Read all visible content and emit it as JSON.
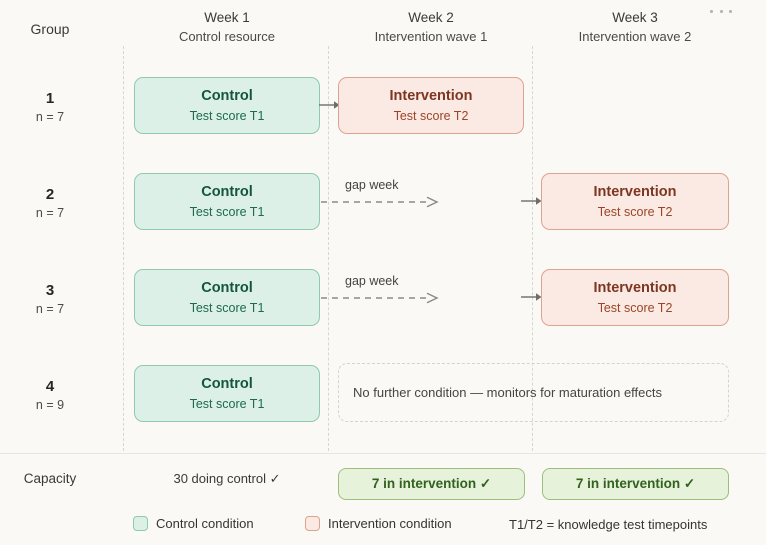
{
  "overflow_menu": "more-options",
  "header": {
    "group_label": "Group",
    "columns": [
      {
        "week": "Week 1",
        "subtitle": "Control resource"
      },
      {
        "week": "Week 2",
        "subtitle": "Intervention wave 1"
      },
      {
        "week": "Week 3",
        "subtitle": "Intervention wave 2"
      }
    ]
  },
  "rows": [
    {
      "group_number": "1",
      "group_n": "n = 7",
      "week1": {
        "title": "Control",
        "subtitle": "Test score T1"
      },
      "week2": {
        "title": "Intervention",
        "subtitle": "Test score T2"
      },
      "week3": null,
      "gap_label": null
    },
    {
      "group_number": "2",
      "group_n": "n = 7",
      "week1": {
        "title": "Control",
        "subtitle": "Test score T1"
      },
      "week2": null,
      "week3": {
        "title": "Intervention",
        "subtitle": "Test score T2"
      },
      "gap_label": "gap week"
    },
    {
      "group_number": "3",
      "group_n": "n = 7",
      "week1": {
        "title": "Control",
        "subtitle": "Test score T1"
      },
      "week2": null,
      "week3": {
        "title": "Intervention",
        "subtitle": "Test score T2"
      },
      "gap_label": "gap week"
    },
    {
      "group_number": "4",
      "group_n": "n = 9",
      "week1": {
        "title": "Control",
        "subtitle": "Test score T1"
      },
      "no_further": "No further condition — monitors for maturation effects",
      "gap_label": null
    }
  ],
  "capacity": {
    "label": "Capacity",
    "week1": "30 doing control ✓",
    "week2": "7 in intervention ✓",
    "week3": "7 in intervention ✓"
  },
  "legend": {
    "control": "Control condition",
    "intervention": "Intervention condition",
    "note": "T1/T2 = knowledge test timepoints"
  },
  "colors": {
    "background": "#faf9f6",
    "control_fill": "#ddf0e7",
    "control_border": "#8fc9b2",
    "control_text": "#14553c",
    "intervention_fill": "#fbeae4",
    "intervention_border": "#dda38c",
    "intervention_text": "#7d3620",
    "capacity_fill": "#e6f2da",
    "capacity_border": "#9cbf7e",
    "capacity_text": "#33611f",
    "guide_line": "#d9d6cd"
  }
}
